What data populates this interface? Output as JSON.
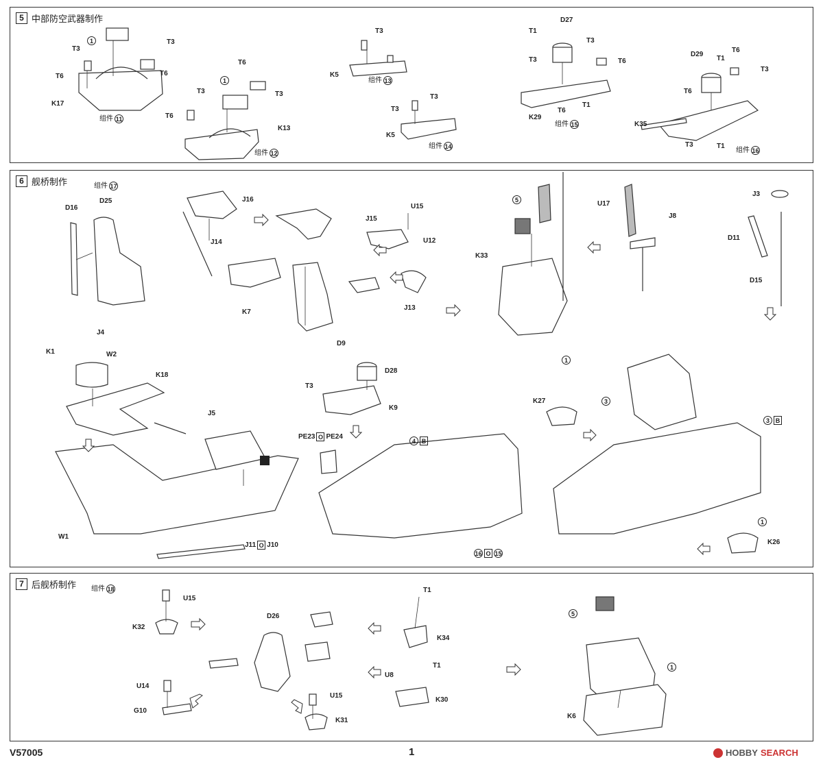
{
  "steps": [
    {
      "num": "5",
      "title": "中部防空武器制作"
    },
    {
      "num": "6",
      "title": "舰桥制作"
    },
    {
      "num": "7",
      "title": "后舰桥制作"
    }
  ],
  "assembly_word": "组件",
  "step5": {
    "labels": [
      "T3",
      "T3",
      "T6",
      "K17",
      "T6",
      "T3",
      "T3",
      "T6",
      "T6",
      "K13",
      "T3",
      "K5",
      "T3",
      "T3",
      "K5",
      "T1",
      "D27",
      "T3",
      "T3",
      "T6",
      "K29",
      "T6",
      "T1",
      "T1",
      "T6",
      "T3",
      "D29",
      "T6",
      "K35",
      "T3",
      "T1"
    ],
    "assemblies": [
      "11",
      "12",
      "13",
      "14",
      "15",
      "16"
    ],
    "part_refs": [
      "1",
      "1"
    ]
  },
  "step6": {
    "sub_assembly": "17",
    "labels": [
      "D16",
      "D25",
      "J16",
      "J14",
      "K7",
      "J15",
      "U15",
      "U12",
      "J13",
      "K33",
      "U17",
      "J8",
      "J3",
      "D11",
      "D15",
      "K1",
      "J4",
      "W2",
      "K18",
      "D9",
      "T3",
      "D28",
      "K9",
      "K27",
      "J5",
      "W1",
      "PE23",
      "PE24",
      "J11",
      "J10",
      "K26"
    ],
    "part_refs": [
      "5",
      "1",
      "3",
      "3",
      "1",
      "4",
      "16",
      "15"
    ],
    "letters": [
      "B",
      "B",
      "O",
      "O",
      "O"
    ]
  },
  "step7": {
    "sub_assembly": "18",
    "labels": [
      "U15",
      "K32",
      "D26",
      "T1",
      "K34",
      "U14",
      "G10",
      "U15",
      "K31",
      "U8",
      "T1",
      "K30",
      "K6"
    ],
    "part_refs": [
      "5",
      "1"
    ]
  },
  "footer": {
    "code": "V57005",
    "page": "1",
    "watermark_a": "HOBBY",
    "watermark_b": "SEARCH"
  },
  "colors": {
    "line": "#333333",
    "watermark": "#cc3333"
  }
}
